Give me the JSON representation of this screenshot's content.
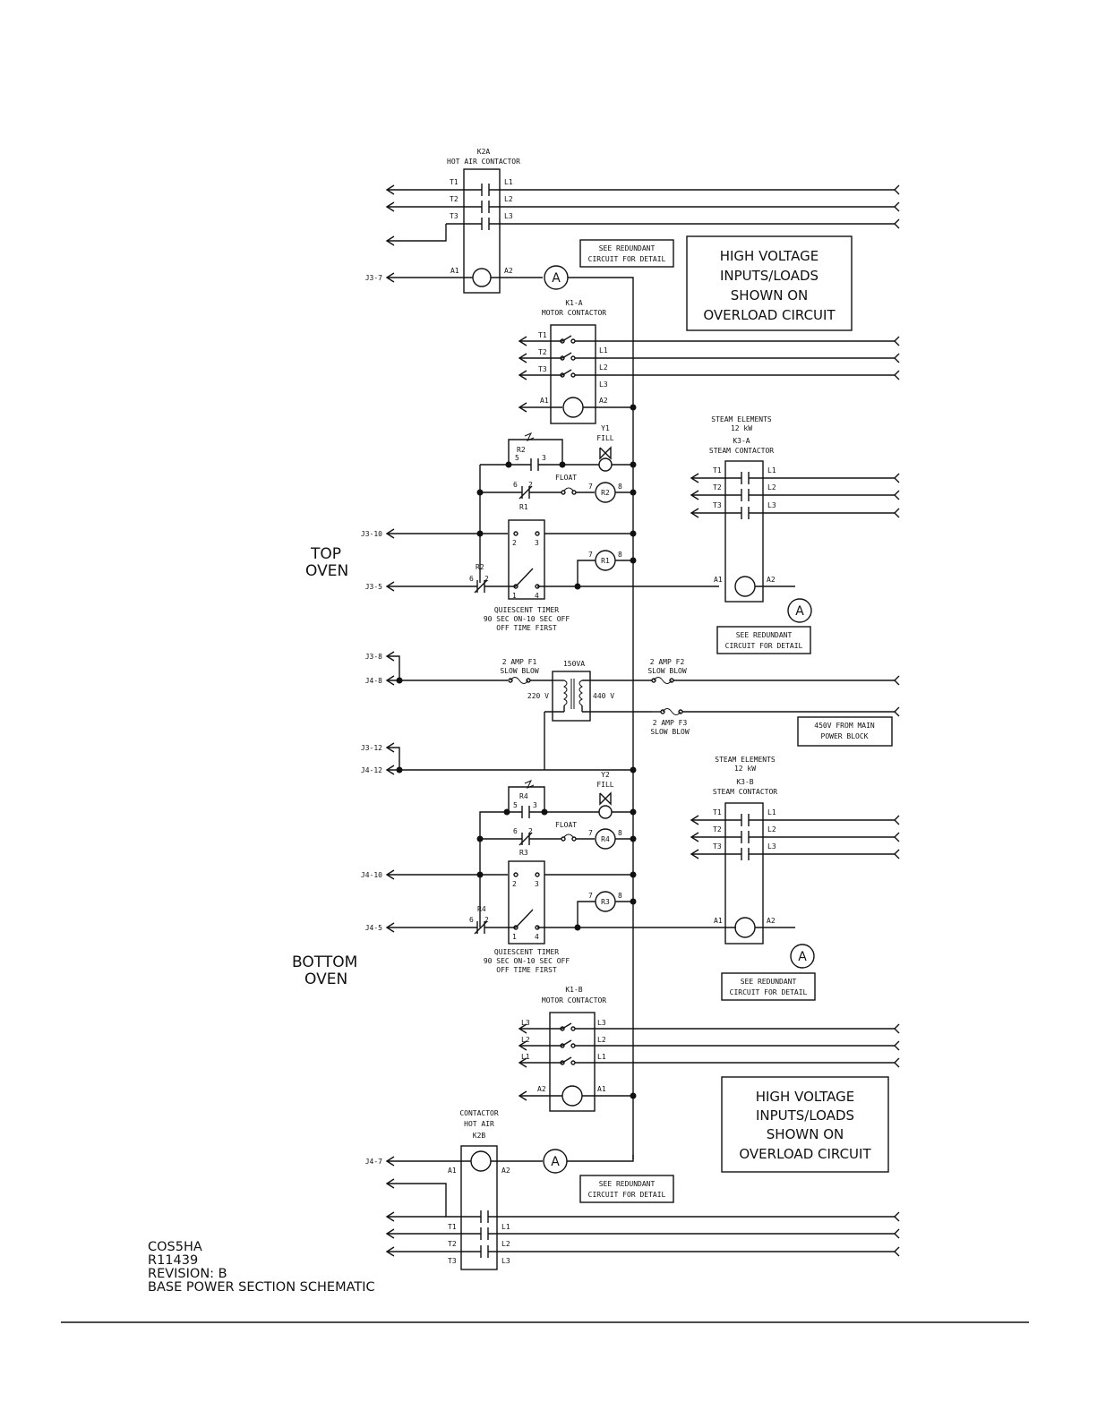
{
  "top_oven": {
    "section_label": [
      "TOP",
      "OVEN"
    ],
    "k2a": {
      "ref": "K2A",
      "name": "HOT AIR CONTACTOR",
      "t1": "T1",
      "t2": "T2",
      "t3": "T3",
      "l1": "L1",
      "l2": "L2",
      "l3": "L3",
      "a1": "A1",
      "a2": "A2",
      "pin": "J3-7"
    },
    "k1a": {
      "ref": "K1-A",
      "name": "MOTOR CONTACTOR",
      "t1": "T1",
      "t2": "T2",
      "t3": "T3",
      "l1": "L1",
      "l2": "L2",
      "l3": "L3",
      "a1": "A1",
      "a2": "A2"
    },
    "y1": {
      "ref": "Y1",
      "name": "FILL"
    },
    "r2_contact": {
      "ref": "R2",
      "p1": "5",
      "p2": "3"
    },
    "r1_contact": {
      "ref": "R1",
      "p1": "6",
      "p2": "2"
    },
    "float": "FLOAT",
    "r2_coil": {
      "ref": "R2",
      "p1": "7",
      "p2": "8"
    },
    "timer": {
      "p2": "2",
      "p3": "3",
      "p1": "1",
      "p4": "4",
      "line1": "QUIESCENT TIMER",
      "line2": "90 SEC ON-10 SEC OFF",
      "line3": "OFF TIME FIRST"
    },
    "r1_coil": {
      "ref": "R1",
      "p1": "7",
      "p2": "8"
    },
    "r2_nc": {
      "ref": "R2",
      "p1": "6",
      "p2": "2"
    },
    "j3_10": "J3-10",
    "j3_5": "J3-5",
    "steam": {
      "title1": "STEAM ELEMENTS",
      "title2": "12 kW",
      "ref": "K3-A",
      "name": "STEAM CONTACTOR",
      "t1": "T1",
      "t2": "T2",
      "t3": "T3",
      "l1": "L1",
      "l2": "L2",
      "l3": "L3",
      "a1": "A1",
      "a2": "A2"
    }
  },
  "transformer": {
    "j3_8": "J3-8",
    "j4_8": "J4-8",
    "f1_line1": "2 AMP F1",
    "f1_line2": "SLOW BLOW",
    "va": "150VA",
    "v_primary": "220 V",
    "v_secondary": "440 V",
    "f2_line1": "2 AMP F2",
    "f2_line2": "SLOW BLOW",
    "f3_line1": "2 AMP F3",
    "f3_line2": "SLOW BLOW",
    "source_line1": "450V FROM MAIN",
    "source_line2": "POWER BLOCK",
    "j3_12": "J3-12",
    "j4_12": "J4-12"
  },
  "bottom_oven": {
    "section_label": [
      "BOTTOM",
      "OVEN"
    ],
    "y2": {
      "ref": "Y2",
      "name": "FILL"
    },
    "r4_contact": {
      "ref": "R4",
      "p1": "5",
      "p2": "3"
    },
    "r3_contact": {
      "ref": "R3",
      "p1": "6",
      "p2": "2"
    },
    "float": "FLOAT",
    "r4_coil": {
      "ref": "R4",
      "p1": "7",
      "p2": "8"
    },
    "j4_10": "J4-10",
    "timer": {
      "p2": "2",
      "p3": "3",
      "p1": "1",
      "p4": "4",
      "line1": "QUIESCENT TIMER",
      "line2": "90 SEC ON-10 SEC OFF",
      "line3": "OFF TIME FIRST"
    },
    "r3_coil": {
      "ref": "R3",
      "p1": "7",
      "p2": "8"
    },
    "r4_nc": {
      "ref": "R4",
      "p1": "6",
      "p2": "2"
    },
    "j4_5": "J4-5",
    "steam": {
      "title1": "STEAM ELEMENTS",
      "title2": "12 kW",
      "ref": "K3-B",
      "name": "STEAM CONTACTOR",
      "t1": "T1",
      "t2": "T2",
      "t3": "T3",
      "l1": "L1",
      "l2": "L2",
      "l3": "L3",
      "a1": "A1",
      "a2": "A2"
    },
    "k1b": {
      "ref": "K1-B",
      "name": "MOTOR CONTACTOR",
      "t3": "L3",
      "t2": "L2",
      "t1": "L1",
      "l3": "L3",
      "l2": "L2",
      "l1": "L1",
      "a2": "A2",
      "a1": "A1"
    },
    "k2b": {
      "name1": "CONTACTOR",
      "name2": "HOT AIR",
      "ref": "K2B",
      "pin": "J4-7",
      "a1": "A1",
      "a2": "A2",
      "t1": "T1",
      "t2": "T2",
      "t3": "T3",
      "l1": "L1",
      "l2": "L2",
      "l3": "L3"
    }
  },
  "notes": {
    "redundant": [
      "SEE REDUNDANT",
      "CIRCUIT FOR DETAIL"
    ],
    "hv": [
      "HIGH VOLTAGE",
      "INPUTS/LOADS",
      "SHOWN ON",
      "OVERLOAD CIRCUIT"
    ],
    "tag": "A"
  },
  "title_block": {
    "model": "COS5HA",
    "drawing": "R11439",
    "revision": "REVISION: B",
    "title": "BASE POWER SECTION SCHEMATIC"
  }
}
